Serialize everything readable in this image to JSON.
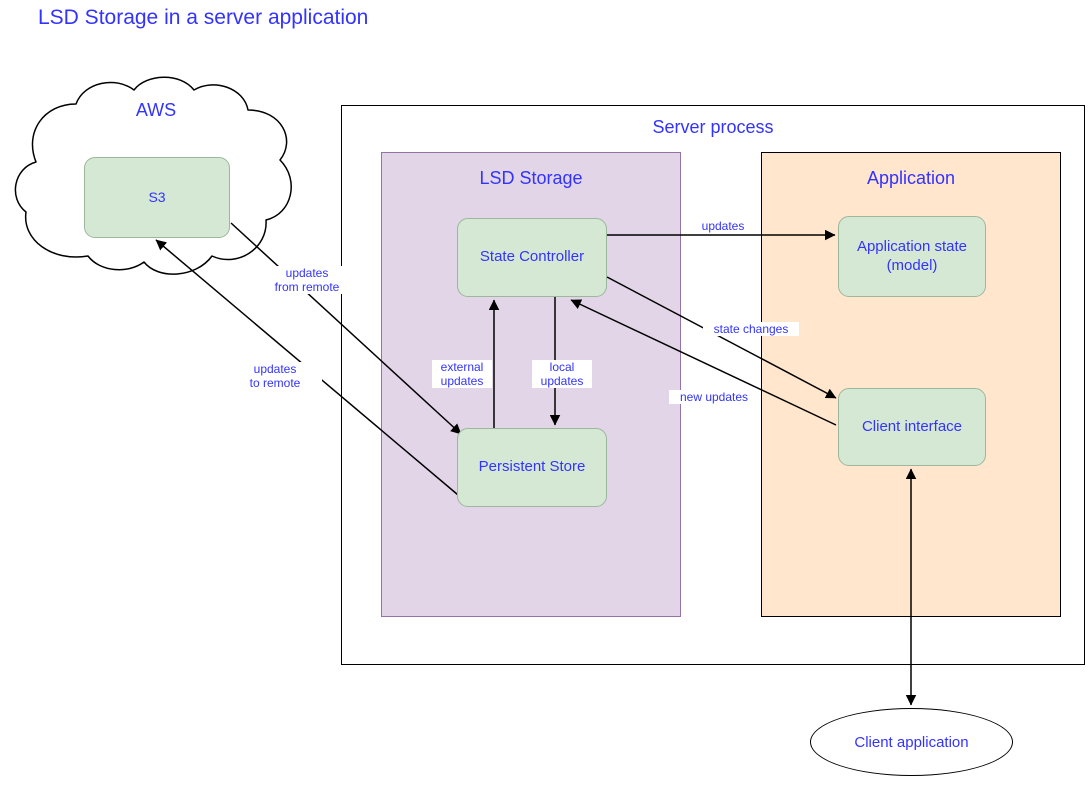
{
  "title": "LSD Storage in a server application",
  "theme": {
    "text_blue": "#3333ff",
    "node_green_fill": "#d5e8d4",
    "node_green_border": "#9cb79b",
    "lsd_purple_fill": "#e1d5e7",
    "lsd_purple_border": "#9673a6",
    "application_orange_fill": "#ffe6cc",
    "application_border": "#000000",
    "edge_stroke": "#000000",
    "page_background": "#ffffff"
  },
  "containers": {
    "cloud": {
      "label": "AWS"
    },
    "server_process": {
      "label": "Server process"
    },
    "lsd_storage": {
      "label": "LSD Storage"
    },
    "application": {
      "label": "Application"
    }
  },
  "nodes": {
    "s3": {
      "label": "S3"
    },
    "state_controller": {
      "label": "State Controller"
    },
    "persistent_store": {
      "label": "Persistent Store"
    },
    "application_state": {
      "label": "Application state\n(model)"
    },
    "client_interface": {
      "label": "Client interface"
    },
    "client_application": {
      "label": "Client application"
    }
  },
  "edges": [
    {
      "id": "updates-from-remote",
      "label": "updates\nfrom remote",
      "from": "s3",
      "to": "persistent_store",
      "arrow": "single"
    },
    {
      "id": "updates-to-remote",
      "label": "updates\nto remote",
      "from": "persistent_store",
      "to": "s3",
      "arrow": "single"
    },
    {
      "id": "external-updates",
      "label": "external\nupdates",
      "from": "persistent_store",
      "to": "state_controller",
      "arrow": "single"
    },
    {
      "id": "local-updates",
      "label": "local\nupdates",
      "from": "state_controller",
      "to": "persistent_store",
      "arrow": "single"
    },
    {
      "id": "updates",
      "label": "updates",
      "from": "state_controller",
      "to": "application_state",
      "arrow": "single"
    },
    {
      "id": "state-changes",
      "label": "state changes",
      "from": "state_controller",
      "to": "client_interface",
      "arrow": "single"
    },
    {
      "id": "new-updates",
      "label": "new updates",
      "from": "client_interface",
      "to": "state_controller",
      "arrow": "single"
    },
    {
      "id": "client-link",
      "label": "",
      "from": "client_interface",
      "to": "client_application",
      "arrow": "double"
    }
  ]
}
